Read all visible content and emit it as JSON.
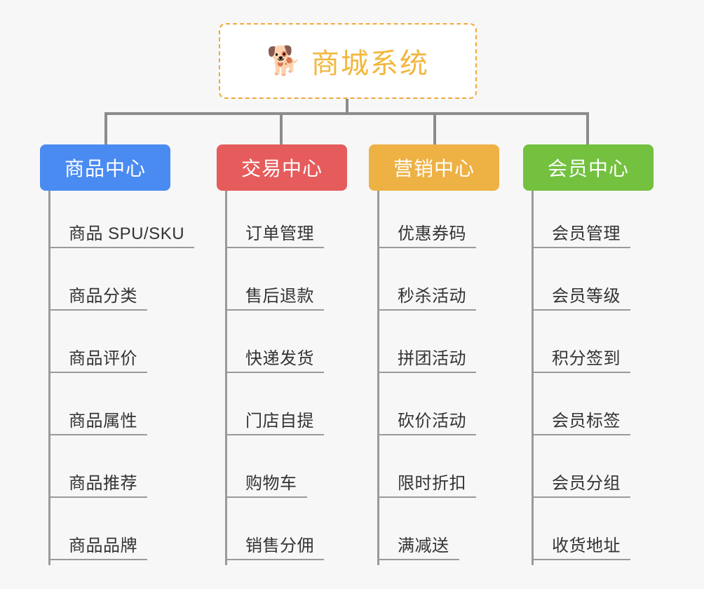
{
  "page": {
    "background_color": "#f7f7f7",
    "diagram_type": "mindmap"
  },
  "root": {
    "emoji": "🐕",
    "emoji_name": "shiba-inu-dog-face",
    "title": "商城系统",
    "border_color": "#f0a93a",
    "text_color": "#f2b73d"
  },
  "connector_color": "#8c8c8c",
  "branches": [
    {
      "label": "商品中心",
      "color": "#4a8bf2",
      "items": [
        "商品 SPU/SKU",
        "商品分类",
        "商品评价",
        "商品属性",
        "商品推荐",
        "商品品牌"
      ]
    },
    {
      "label": "交易中心",
      "color": "#e65c5c",
      "items": [
        "订单管理",
        "售后退款",
        "快递发货",
        "门店自提",
        "购物车",
        "销售分佣"
      ]
    },
    {
      "label": "营销中心",
      "color": "#eeb144",
      "items": [
        "优惠券码",
        "秒杀活动",
        "拼团活动",
        "砍价活动",
        "限时折扣",
        "满减送"
      ]
    },
    {
      "label": "会员中心",
      "color": "#73c13f",
      "items": [
        "会员管理",
        "会员等级",
        "积分签到",
        "会员标签",
        "会员分组",
        "收货地址"
      ]
    }
  ]
}
